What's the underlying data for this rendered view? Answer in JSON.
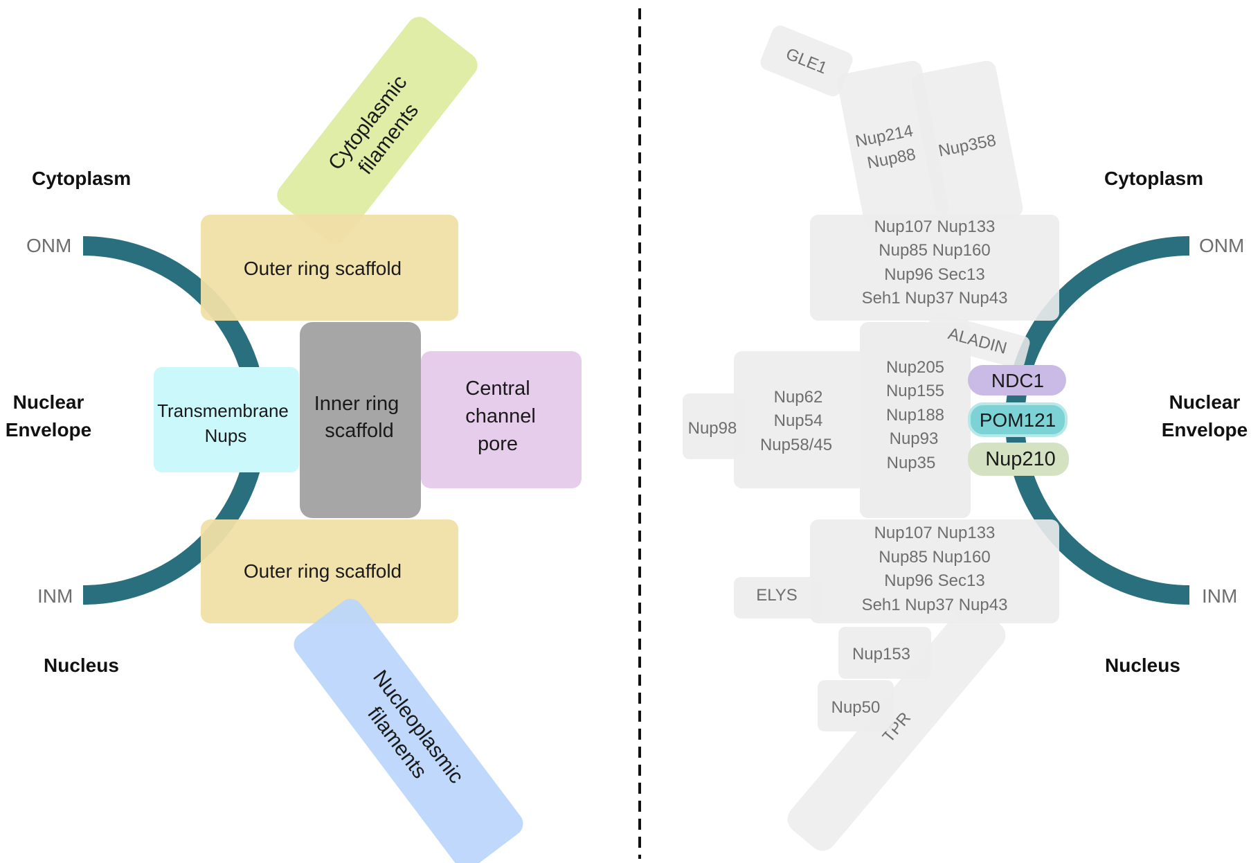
{
  "colors": {
    "membrane": "#2a6f7d",
    "outer_ring": "#f0dfa7",
    "inner_ring": "#a6a6a6",
    "central_pore": "#e7cdec",
    "transmembrane": "#cbf8fb",
    "cyto_filaments": "#dbeb9d",
    "nucleo_filaments": "#bcd6fb",
    "grey_box": "#ececec",
    "ndc1": "#c9bbe6",
    "pom121": "#7dd2d6",
    "nup210": "#d4e2c2"
  },
  "left": {
    "cytoplasm": "Cytoplasm",
    "nuclear_envelope_line1": "Nuclear",
    "nuclear_envelope_line2": "Envelope",
    "nucleus": "Nucleus",
    "onm": "ONM",
    "inm": "INM",
    "outer_ring_top": "Outer ring scaffold",
    "outer_ring_bottom": "Outer ring scaffold",
    "inner_ring_line1": "Inner ring",
    "inner_ring_line2": "scaffold",
    "central_line1": "Central",
    "central_line2": "channel",
    "central_line3": "pore",
    "transmembrane_line1": "Transmembrane",
    "transmembrane_line2": "Nups",
    "cyto_filaments_line1": "Cytoplasmic",
    "cyto_filaments_line2": "filaments",
    "nucleo_filaments_line1": "Nucleoplasmic",
    "nucleo_filaments_line2": "filaments"
  },
  "right": {
    "cytoplasm": "Cytoplasm",
    "nuclear_envelope_line1": "Nuclear",
    "nuclear_envelope_line2": "Envelope",
    "nucleus": "Nucleus",
    "onm": "ONM",
    "inm": "INM",
    "gle1": "GLE1",
    "nup214_line1": "Nup214",
    "nup214_line2": "Nup88",
    "nup358": "Nup358",
    "outer_top": [
      "Nup107 Nup133",
      "Nup85 Nup160",
      "Nup96 Sec13",
      "Seh1 Nup37 Nup43"
    ],
    "aladin": "ALADIN",
    "inner": [
      "Nup205",
      "Nup155",
      "Nup188",
      "Nup93",
      "Nup35"
    ],
    "central": [
      "Nup62",
      "Nup54",
      "Nup58/45"
    ],
    "nup98": "Nup98",
    "ndc1": "NDC1",
    "pom121": "POM121",
    "nup210": "Nup210",
    "outer_bottom": [
      "Nup107 Nup133",
      "Nup85 Nup160",
      "Nup96 Sec13",
      "Seh1 Nup37 Nup43"
    ],
    "elys": "ELYS",
    "nup153": "Nup153",
    "nup50": "Nup50",
    "tpr": "TPR"
  }
}
